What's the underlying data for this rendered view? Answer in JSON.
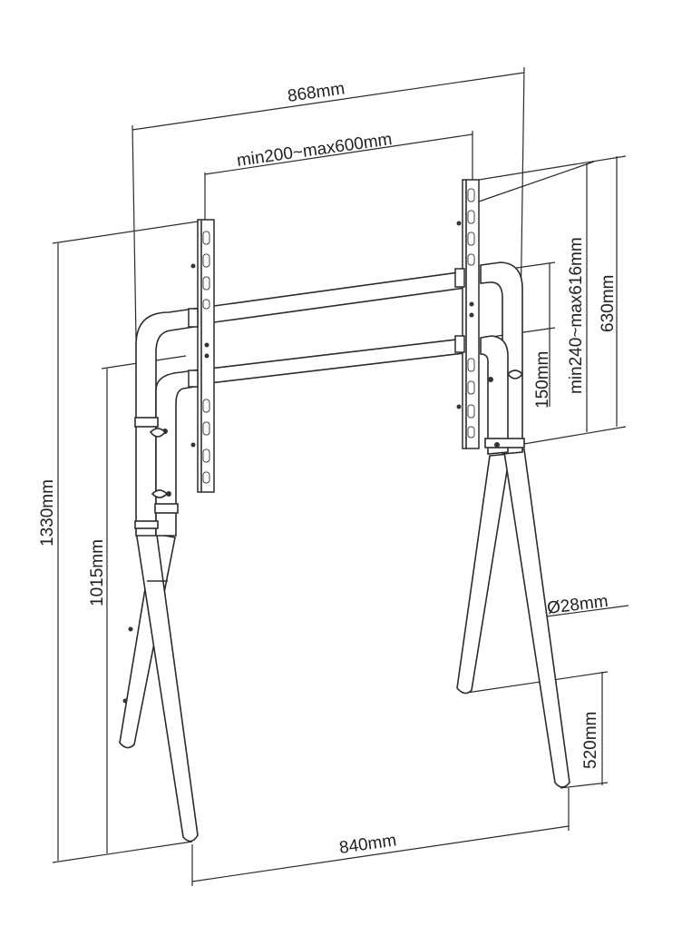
{
  "dimensions": {
    "overall_width": "868mm",
    "vesa_horizontal": "min200~max600mm",
    "vesa_vertical": "min240~max616mm",
    "bracket_height": "630mm",
    "crossbar_spacing": "150mm",
    "total_height": "1330mm",
    "lower_height": "1015mm",
    "tube_diameter": "Ø28mm",
    "leg_depth": "520mm",
    "base_width": "840mm"
  },
  "colors": {
    "line": "#2b2b2b",
    "background": "#ffffff"
  }
}
